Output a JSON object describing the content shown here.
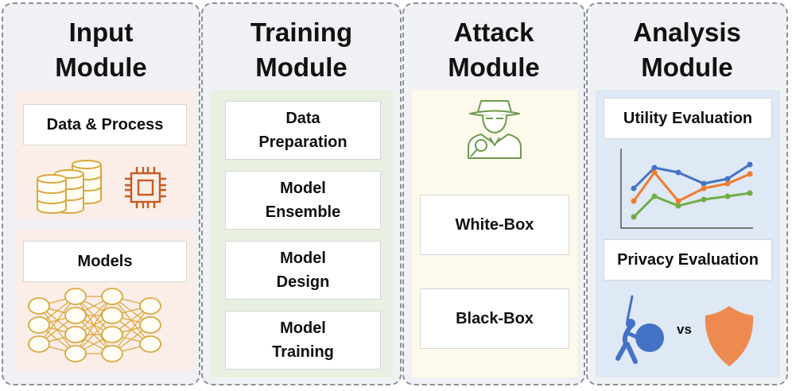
{
  "modules": {
    "input": {
      "title": "Input\nModule",
      "data_process": "Data & Process",
      "models": "Models"
    },
    "training": {
      "title": "Training\nModule",
      "steps": [
        "Data\nPreparation",
        "Model\nEnsemble",
        "Model\nDesign",
        "Model\nTraining"
      ]
    },
    "attack": {
      "title": "Attack\nModule",
      "white_box": "White-Box",
      "black_box": "Black-Box"
    },
    "analysis": {
      "title": "Analysis\nModule",
      "utility": "Utility Evaluation",
      "privacy": "Privacy Evaluation",
      "vs": "vs"
    }
  },
  "icons": {
    "database": "database-icon",
    "chip": "chip-icon",
    "neural_net": "neural-network-icon",
    "spy": "spy-detective-icon",
    "line_chart": "line-chart-icon",
    "attacker": "attacker-sword-icon",
    "shield": "shield-icon"
  },
  "colors": {
    "input_panel": "#fbeee8",
    "training_panel": "#e8f0e1",
    "attack_panel": "#fdfaeb",
    "analysis_panel": "#dfe8f5",
    "module_bg": "#f0f1f4",
    "gold": "#d9a73a",
    "chip": "#c65a1e",
    "blue": "#4472c4",
    "orange": "#ed7d31",
    "green": "#70ad47",
    "spy_green": "#6e9a4c"
  }
}
